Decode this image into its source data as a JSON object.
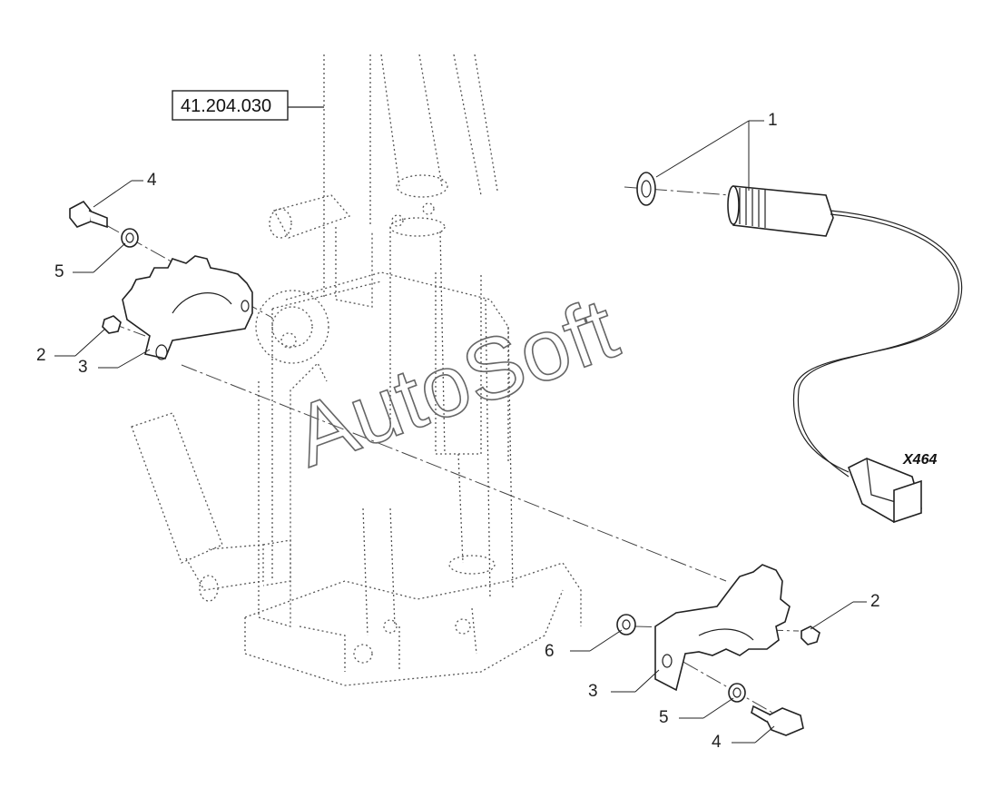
{
  "reference_box": {
    "label": "41.204.030"
  },
  "watermark": "AutoSoft",
  "connector": {
    "label": "X464"
  },
  "callouts": [
    {
      "id": "c1",
      "label": "1"
    },
    {
      "id": "c4a",
      "label": "4"
    },
    {
      "id": "c5a",
      "label": "5"
    },
    {
      "id": "c2a",
      "label": "2"
    },
    {
      "id": "c3a",
      "label": "3"
    },
    {
      "id": "c2b",
      "label": "2"
    },
    {
      "id": "c6",
      "label": "6"
    },
    {
      "id": "c3b",
      "label": "3"
    },
    {
      "id": "c5b",
      "label": "5"
    },
    {
      "id": "c4b",
      "label": "4"
    }
  ]
}
